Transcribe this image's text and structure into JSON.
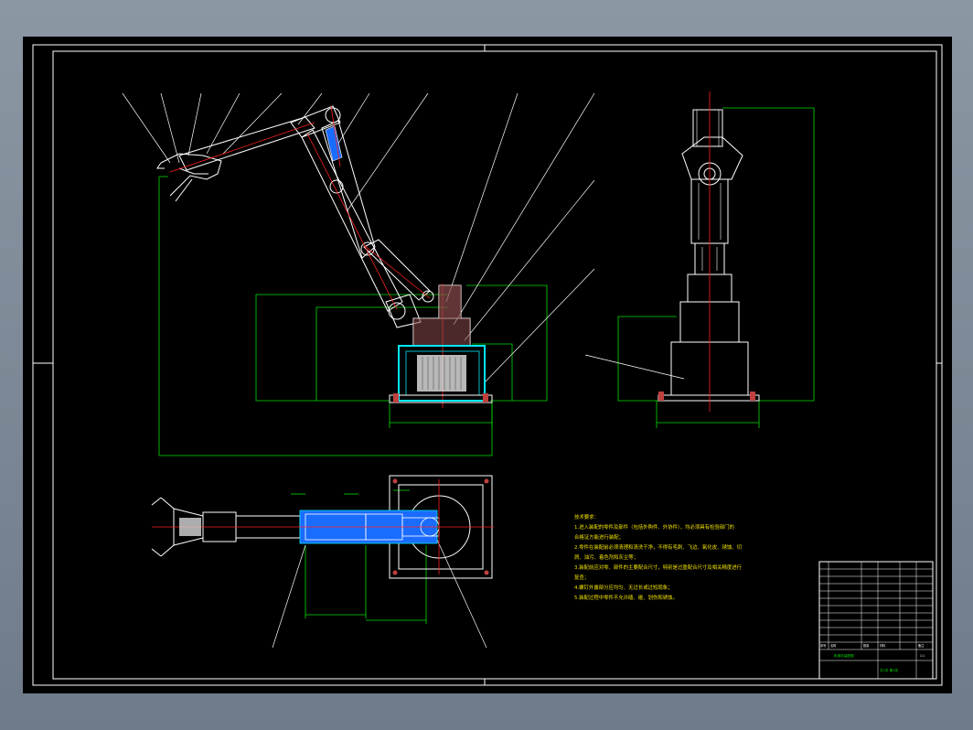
{
  "drawing": {
    "technical_requirements": {
      "heading": "技术要求：",
      "items": [
        "1.进入装配的零件及部件（包括外购件、外协件），均必须具有检验部门的",
        "合格证方能进行装配；",
        "2.零件在装配前必须清理和清洗干净，不得有毛刺、飞边、氧化皮、锈蚀、切",
        "屑、油污、着色剂和灰尘等；",
        "3.装配前应对零、部件的主要配合尺寸，特别是过盈配合尺寸及相关精度进行",
        "复查；",
        "4.螺钉外露部分应均匀、无过长或过短现象；",
        "5.装配过程中零件不允许磕、碰、划伤和锈蚀。"
      ]
    },
    "title_block": {
      "title": "机械手装配图",
      "scale": "1:1",
      "sheet": "共1张 第1张",
      "material": "",
      "header": {
        "no": "序号",
        "name": "名称",
        "qty": "数量",
        "material": "材料",
        "note": "备注"
      }
    }
  }
}
